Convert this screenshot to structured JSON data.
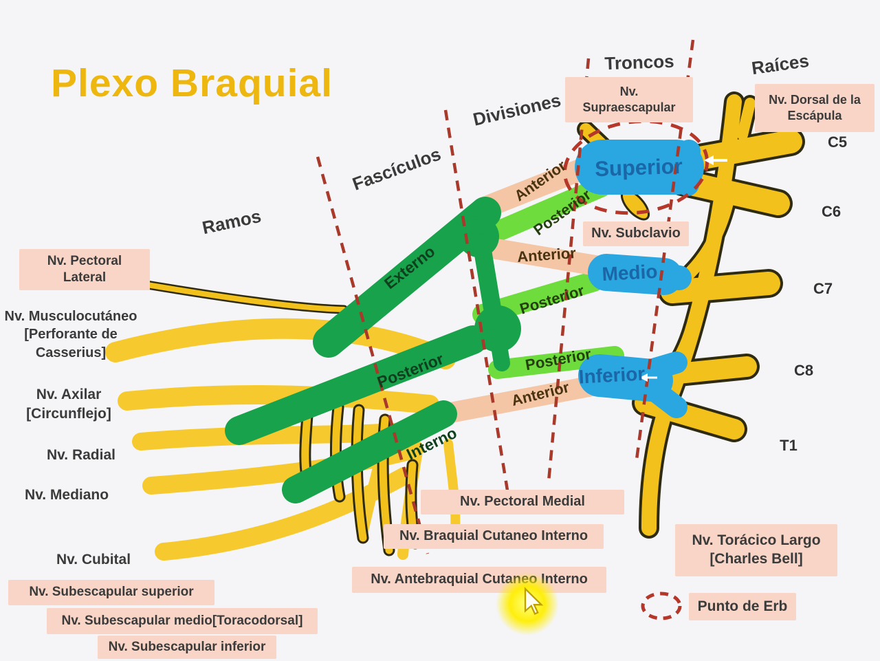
{
  "title": "Plexo Braquial",
  "zones": {
    "ramos": "Ramos",
    "fasciculos": "Fascículos",
    "divisiones": "Divisiones",
    "troncos": "Troncos",
    "raices": "Raíces"
  },
  "roots": {
    "c5": "C5",
    "c6": "C6",
    "c7": "C7",
    "c8": "C8",
    "t1": "T1"
  },
  "trunks": {
    "superior": "Superior",
    "medio": "Medio",
    "inferior": "Inferior"
  },
  "divisions": {
    "superior_anterior": "Anterior",
    "superior_posterior": "Posterior",
    "medio_anterior": "Anterior",
    "medio_posterior": "Posterior",
    "inferior_posterior": "Posterior",
    "inferior_anterior": "Anterior"
  },
  "fascicles": {
    "externo": "Externo",
    "posterior": "Posterior",
    "interno": "Interno"
  },
  "nerve_boxes": {
    "supraescapular": "Nv. Supraescapular",
    "dorsal_escapula": "Nv. Dorsal de la Escápula",
    "pectoral_lateral": "Nv. Pectoral Lateral",
    "subclavio": "Nv. Subclavio",
    "pectoral_medial": "Nv. Pectoral Medial",
    "braquial_cutaneo": "Nv. Braquial Cutaneo Interno",
    "antebraquial_cutaneo": "Nv. Antebraquial Cutaneo Interno",
    "toracico_largo": "Nv. Torácico Largo [Charles Bell]",
    "punto_erb": "Punto de Erb",
    "subescapular_superior": "Nv. Subescapular superior",
    "subescapular_medio": "Nv. Subescapular medio[Toracodorsal]",
    "subescapular_inferior": "Nv. Subescapular inferior"
  },
  "nerve_labels": {
    "musculocutaneo": "Nv. Musculocutáneo [Perforante de Casserius]",
    "axilar": "Nv. Axilar [Circunflejo]",
    "radial": "Nv. Radial",
    "mediano": "Nv. Mediano",
    "cubital": "Nv. Cubital"
  },
  "colors": {
    "title_yellow": "#eeb70f",
    "nerve_yellow": "#f2c11c",
    "fan_yellow": "#f6ca2e",
    "trunk_blue": "#2aa6e0",
    "trunk_text_blue": "#1a66a6",
    "division_anterior_peach": "#f4c6a5",
    "division_posterior_green": "#6edc3c",
    "fascicle_dark_green": "#17a24b",
    "label_box_pink": "#f8d5c6",
    "dashed_line_red": "#a8392b",
    "text_dark": "#3c3c3c"
  }
}
